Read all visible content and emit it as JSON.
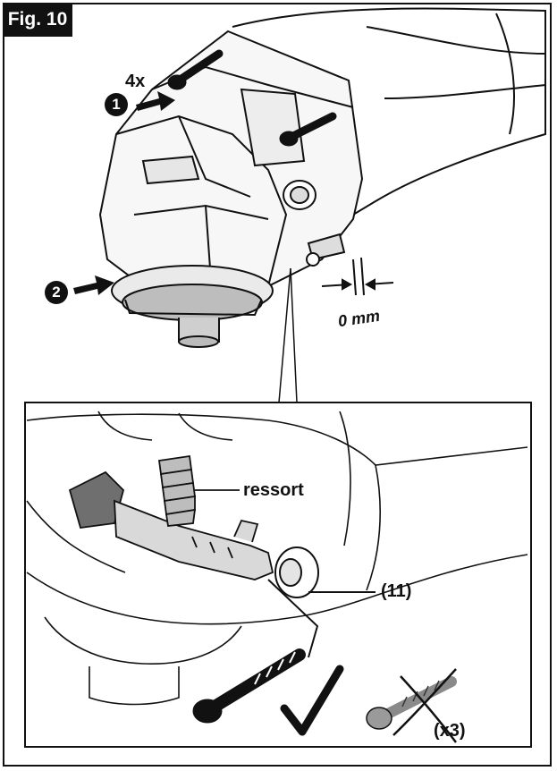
{
  "figure": {
    "tag": "Fig. 10"
  },
  "steps": [
    {
      "marker": "1",
      "note": "4x"
    },
    {
      "marker": "2"
    }
  ],
  "gap_label": "0 mm",
  "detail": {
    "spring_label": "ressort",
    "part_label": "(11)",
    "rejected_count": "(x3)",
    "check_symbol": "✓"
  },
  "colors": {
    "ink": "#111111",
    "shade": "#6f6f6f",
    "light": "#d9d9d9"
  }
}
